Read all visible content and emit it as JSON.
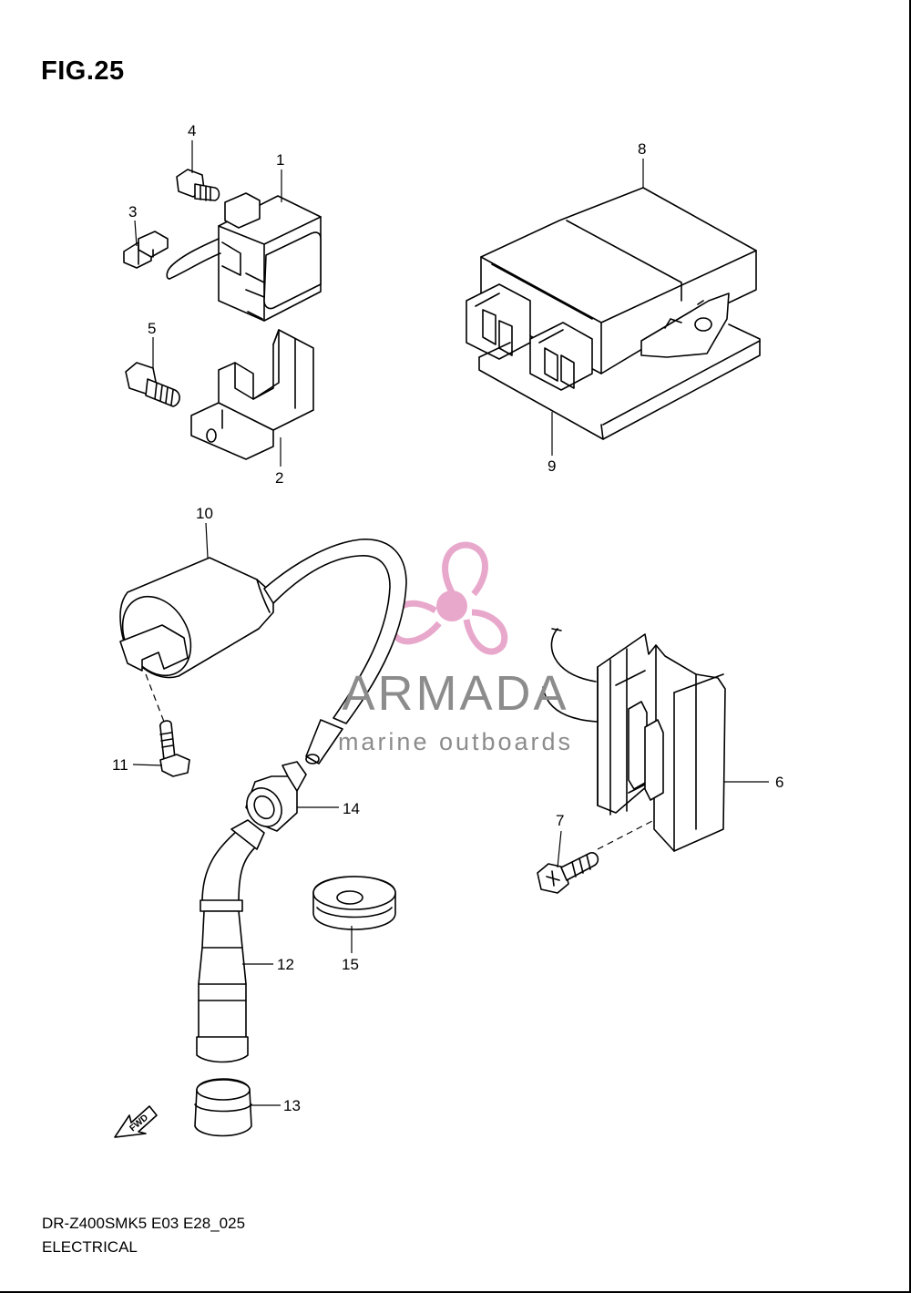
{
  "figure": {
    "title": "FIG.25",
    "model_code": "DR-Z400SMK5 E03 E28_025",
    "section": "ELECTRICAL"
  },
  "watermark": {
    "brand": "ARMADA",
    "tagline": "marine outboards",
    "logo_icon": "propeller-icon",
    "logo_color": "#e8a8cc",
    "text_color": "#8c8c8c"
  },
  "direction_label": "FWD",
  "callouts": [
    {
      "id": "1",
      "label": "1"
    },
    {
      "id": "2",
      "label": "2"
    },
    {
      "id": "3",
      "label": "3"
    },
    {
      "id": "4",
      "label": "4"
    },
    {
      "id": "5",
      "label": "5"
    },
    {
      "id": "6",
      "label": "6"
    },
    {
      "id": "7",
      "label": "7"
    },
    {
      "id": "8",
      "label": "8"
    },
    {
      "id": "9",
      "label": "9"
    },
    {
      "id": "10",
      "label": "10"
    },
    {
      "id": "11",
      "label": "11"
    },
    {
      "id": "12",
      "label": "12"
    },
    {
      "id": "13",
      "label": "13"
    },
    {
      "id": "14",
      "label": "14"
    },
    {
      "id": "15",
      "label": "15"
    }
  ]
}
